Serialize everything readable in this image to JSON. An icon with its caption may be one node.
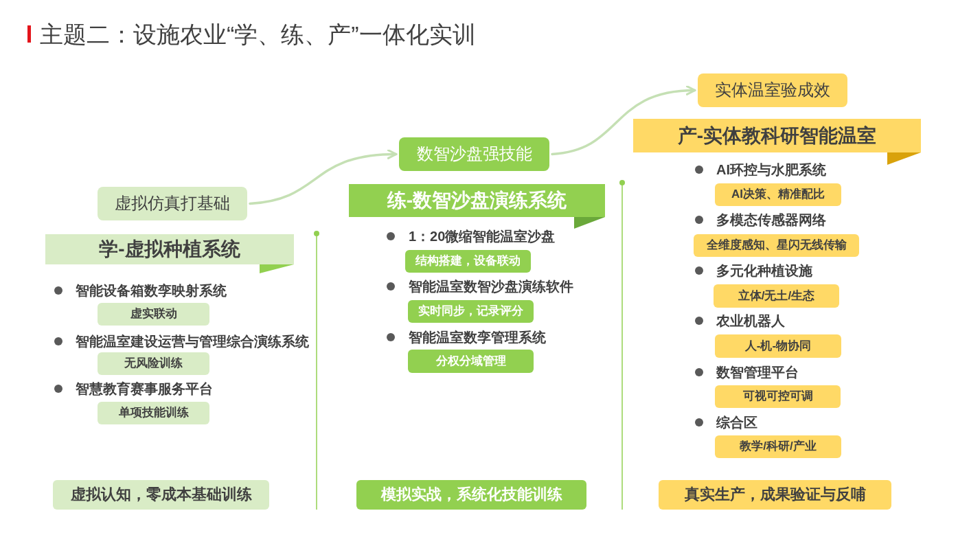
{
  "diagram": {
    "title": "主题二：设施农业“学、练、产”一体化实训",
    "nodes": [
      {
        "text": [
          "虚拟仿真打基础"
        ]
      },
      {
        "text": [
          "学-虚拟种植系统"
        ]
      },
      {
        "text": [
          "虚实联动"
        ]
      },
      {
        "text": [
          "无风险训练"
        ]
      },
      {
        "text": [
          "单项技能训练"
        ]
      },
      {
        "text": [
          "虚拟认知，零成本基础训练"
        ]
      },
      {
        "text": [
          "数智沙盘强技能"
        ]
      },
      {
        "text": [
          "练-数智沙盘演练系统"
        ]
      },
      {
        "text": [
          "结构搭建，设备联动"
        ]
      },
      {
        "text": [
          "实时同步，记录评分"
        ]
      },
      {
        "text": [
          "分权分域管理"
        ]
      },
      {
        "text": [
          "模拟实战，系统化技能训练"
        ]
      },
      {
        "text": [
          "实体温室验成效"
        ]
      },
      {
        "text": [
          "产-实体教科研智能温室"
        ]
      },
      {
        "text": [
          "AI决策、精准配比"
        ]
      },
      {
        "text": [
          "全维度感知、星闪无线传输"
        ]
      },
      {
        "text": [
          "立体/无土/生态"
        ]
      },
      {
        "text": [
          "人-机-物协同"
        ]
      },
      {
        "text": [
          "可视可控可调"
        ]
      },
      {
        "text": [
          "教学/科研/产业"
        ]
      },
      {
        "text": [
          "真实生产，成果验证与反哺"
        ]
      }
    ],
    "edges": [
      {
        "from": 0,
        "to": 6,
        "arrow": "to"
      },
      {
        "from": 6,
        "to": 12,
        "arrow": "to"
      }
    ],
    "labels": [
      "智能设备箱数孪映射系统",
      "智能温室建设运营与管理综合演练系统",
      "智慧教育赛事服务平台",
      "1：20微缩智能温室沙盘",
      "智能温室数智沙盘演练软件",
      "智能温室数孪管理系统",
      "AI环控与水肥系统",
      "多模态传感器网络",
      "多元化种植设施",
      "农业机器人",
      "数智管理平台",
      "综合区"
    ]
  }
}
